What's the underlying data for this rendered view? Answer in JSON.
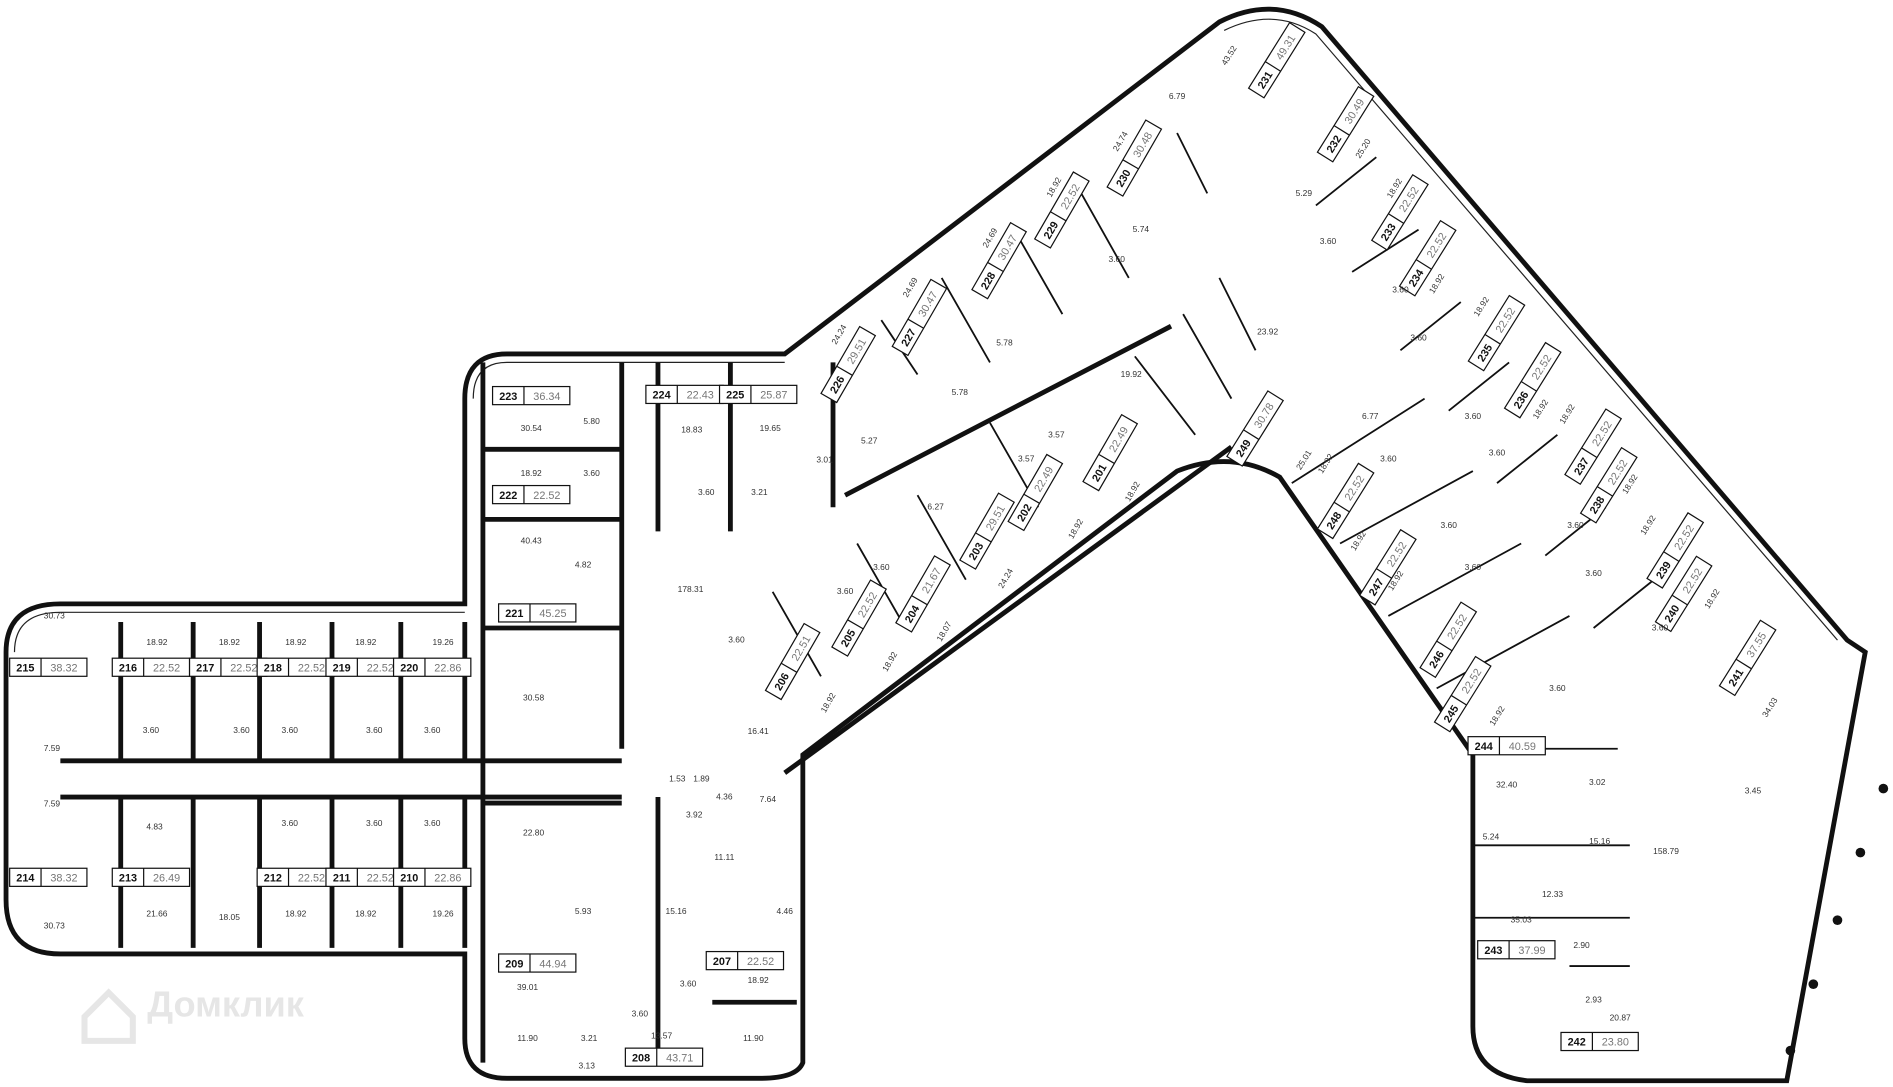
{
  "watermark": "Домклик",
  "units": [
    {
      "number": "215",
      "total": "38.32",
      "living": "30.73"
    },
    {
      "number": "214",
      "total": "38.32",
      "living": "30.73"
    },
    {
      "number": "216",
      "total": "22.52",
      "living": "18.92"
    },
    {
      "number": "217",
      "total": "22.52",
      "living": "18.92"
    },
    {
      "number": "218",
      "total": "22.52",
      "living": "18.92"
    },
    {
      "number": "219",
      "total": "22.52",
      "living": "18.92"
    },
    {
      "number": "220",
      "total": "22.86",
      "living": "19.26"
    },
    {
      "number": "213",
      "total": "26.49",
      "living": "21.66"
    },
    {
      "number": "212",
      "total": "22.52",
      "living": "18.92"
    },
    {
      "number": "211",
      "total": "22.52",
      "living": "18.92"
    },
    {
      "number": "210",
      "total": "22.86",
      "living": "19.26"
    },
    {
      "number": "223",
      "total": "36.34",
      "living": "30.54"
    },
    {
      "number": "222",
      "total": "22.52",
      "living": "18.92"
    },
    {
      "number": "221",
      "total": "45.25",
      "living": "40.43"
    },
    {
      "number": "224",
      "total": "22.43",
      "living": "18.83"
    },
    {
      "number": "225",
      "total": "25.87",
      "living": "19.65"
    },
    {
      "number": "226",
      "total": "29.51",
      "living": "24.24"
    },
    {
      "number": "227",
      "total": "30.47",
      "living": "24.69"
    },
    {
      "number": "228",
      "total": "30.47",
      "living": "24.69"
    },
    {
      "number": "229",
      "total": "22.52",
      "living": "18.92"
    },
    {
      "number": "230",
      "total": "30.48",
      "living": "24.74"
    },
    {
      "number": "231",
      "total": "49.31",
      "living": "43.52"
    },
    {
      "number": "232",
      "total": "30.49",
      "living": "25.20"
    },
    {
      "number": "233",
      "total": "22.52",
      "living": "18.92"
    },
    {
      "number": "234",
      "total": "22.52",
      "living": "18.92"
    },
    {
      "number": "235",
      "total": "22.52",
      "living": "18.92"
    },
    {
      "number": "236",
      "total": "22.52",
      "living": "18.92"
    },
    {
      "number": "237",
      "total": "22.52",
      "living": "18.92"
    },
    {
      "number": "238",
      "total": "22.52",
      "living": "18.92"
    },
    {
      "number": "239",
      "total": "22.52",
      "living": "18.92"
    },
    {
      "number": "240",
      "total": "22.52",
      "living": "18.92"
    },
    {
      "number": "241",
      "total": "37.55",
      "living": "34.03"
    },
    {
      "number": "249",
      "total": "30.78",
      "living": "25.01"
    },
    {
      "number": "248",
      "total": "22.52",
      "living": "18.92"
    },
    {
      "number": "247",
      "total": "22.52",
      "living": "18.92"
    },
    {
      "number": "246",
      "total": "22.52",
      "living": "18.92"
    },
    {
      "number": "245",
      "total": "22.52",
      "living": "18.92"
    },
    {
      "number": "244",
      "total": "40.59",
      "living": "32.40"
    },
    {
      "number": "243",
      "total": "37.99",
      "living": "35.03"
    },
    {
      "number": "242",
      "total": "23.80",
      "living": "20.87"
    },
    {
      "number": "201",
      "total": "22.49",
      "living": "18.92"
    },
    {
      "number": "202",
      "total": "22.49",
      "living": "18.92"
    },
    {
      "number": "203",
      "total": "29.51",
      "living": "24.24"
    },
    {
      "number": "204",
      "total": "21.67",
      "living": "18.07"
    },
    {
      "number": "205",
      "total": "22.52",
      "living": "18.92"
    },
    {
      "number": "206",
      "total": "22.51",
      "living": "18.92"
    },
    {
      "number": "209",
      "total": "44.94",
      "living": "39.01"
    },
    {
      "number": "207",
      "total": "22.52",
      "living": "18.92"
    },
    {
      "number": "208",
      "total": "43.71",
      "living": "13.57"
    }
  ],
  "areas": [
    "178.31",
    "30.58",
    "22.80",
    "11.90",
    "11.90",
    "3.13",
    "3.21",
    "3.60",
    "15.16",
    "4.46",
    "11.11",
    "3.92",
    "1.53",
    "1.89",
    "4.36",
    "7.64",
    "16.41",
    "5.93",
    "4.83",
    "7.59",
    "7.59",
    "23.92",
    "19.92",
    "3.45",
    "158.79",
    "12.33",
    "5.24",
    "3.02",
    "15.16",
    "2.90",
    "2.93",
    "3.01",
    "5.80",
    "3.60",
    "4.82",
    "3.21",
    "3.60",
    "18.05",
    "3.60",
    "3.60",
    "3.60",
    "3.60",
    "3.60",
    "3.60",
    "3.60",
    "3.60",
    "3.60",
    "5.78",
    "5.78",
    "5.74",
    "3.60",
    "6.79",
    "5.29",
    "3.60",
    "3.60",
    "3.60",
    "3.60",
    "3.60",
    "5.27",
    "3.57",
    "3.57",
    "6.27",
    "3.60",
    "3.60",
    "3.60",
    "6.77",
    "3.60",
    "3.60",
    "3.60",
    "3.60",
    "3.60",
    "3.60",
    "3.60",
    "5.27"
  ]
}
